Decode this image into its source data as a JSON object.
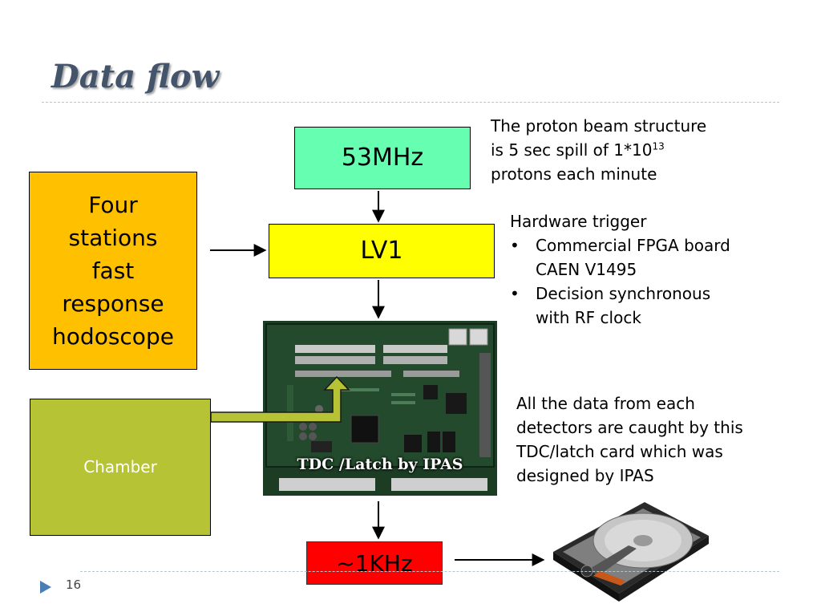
{
  "slide": {
    "title": "Data flow",
    "page_number": "16"
  },
  "flow": {
    "clock": "53MHz",
    "lv1": "LV1",
    "output_rate": "~1KHz",
    "hodoscope": [
      "Four",
      "stations",
      "fast",
      "response",
      "hodoscope"
    ],
    "chamber": "Chamber",
    "tdc_caption": "TDC /Latch by IPAS"
  },
  "notes": {
    "beam": {
      "line1": "The proton beam structure",
      "line2_pre": "is 5 sec spill of 1*10",
      "line2_sup": "13",
      "line3": "protons each minute"
    },
    "trigger": {
      "heading": "Hardware trigger",
      "bullet_char": "•",
      "bullets": [
        {
          "line1": "Commercial FPGA board",
          "line2": "CAEN V1495"
        },
        {
          "line1": "Decision synchronous",
          "line2": "with RF clock"
        }
      ]
    },
    "tdc": {
      "line1": "All the data from each",
      "line2": "detectors are caught by this",
      "line3": "TDC/latch card which was",
      "line4": "designed by IPAS"
    }
  },
  "colors": {
    "clock_box": "#66ffb2",
    "lv1_box": "#ffff00",
    "output_box": "#ff0000",
    "hodoscope_box": "#ffc000",
    "chamber_box": "#b5c334",
    "pcb_green": "#1c3d24",
    "title": "#44546a",
    "footer_arrow": "#4a7fb5"
  }
}
